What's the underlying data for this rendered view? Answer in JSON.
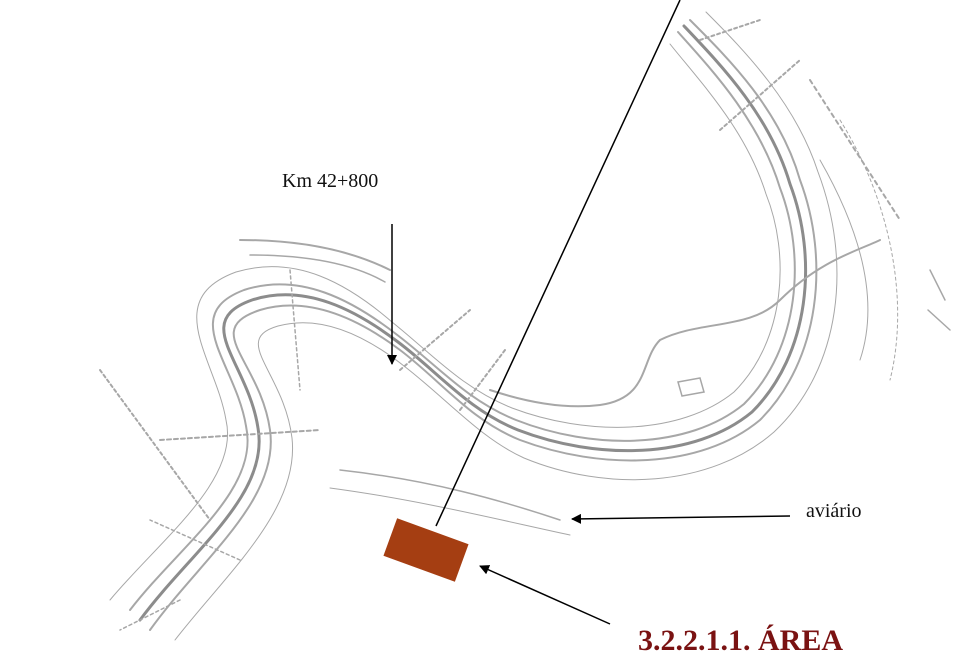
{
  "labels": {
    "km": "Km 42+800",
    "aviario": "aviário",
    "area_title": "3.2.2.1.1. ÁREA"
  },
  "colors": {
    "marker": "#a53e12",
    "title": "#7a1212",
    "lines": "#000000",
    "drawing": "#7c7c7c"
  }
}
